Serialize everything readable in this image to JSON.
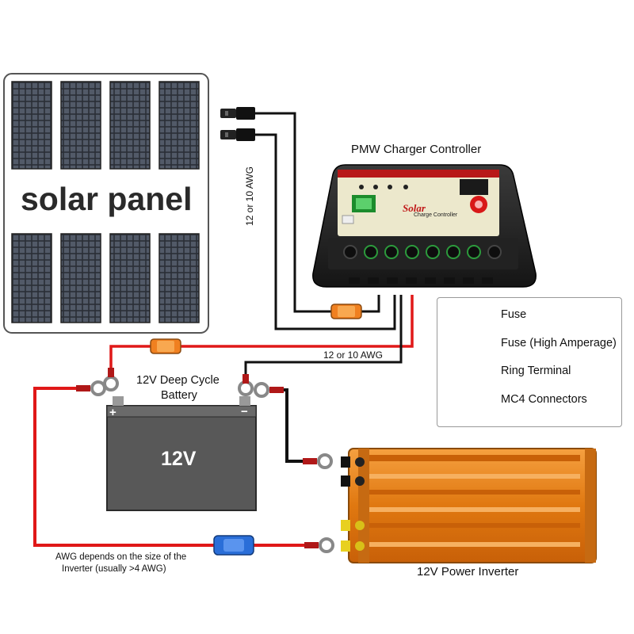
{
  "solar_panel": {
    "label": "solar panel"
  },
  "controller": {
    "title": "PMW Charger Controller",
    "brand": "Solar",
    "subtitle": "Charge Controller"
  },
  "wires": {
    "panel_gauge": "12 or 10 AWG",
    "battery_gauge": "12 or 10 AWG",
    "inverter_note_line1": "AWG depends on the size of the",
    "inverter_note_line2": "Inverter (usually >4 AWG)"
  },
  "battery": {
    "title_line1": "12V Deep Cycle",
    "title_line2": "Battery",
    "voltage": "12V",
    "plus": "+",
    "minus": "−"
  },
  "inverter": {
    "label": "12V Power Inverter"
  },
  "legend": {
    "items": [
      {
        "label": "Fuse",
        "icon": "fuse-icon",
        "color": "#f08020"
      },
      {
        "label": "Fuse (High Amperage)",
        "icon": "high-amp-fuse-icon",
        "color": "#2a6ed8"
      },
      {
        "label": "Ring Terminal",
        "icon": "ring-terminal-icon",
        "color": "#b01818"
      },
      {
        "label": "MC4 Connectors",
        "icon": "mc4-connector-icon",
        "color": "#222222"
      }
    ]
  },
  "colors": {
    "positive_wire": "#e01818",
    "negative_wire": "#111111",
    "inverter": "#e8821e"
  }
}
